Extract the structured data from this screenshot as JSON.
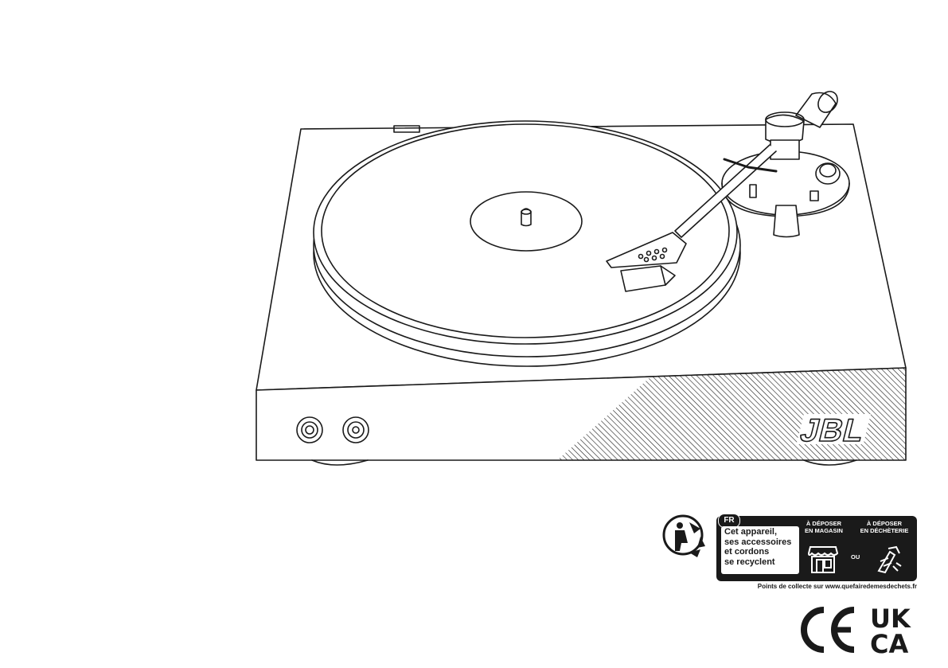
{
  "product": {
    "brand_logo_text": "JBL"
  },
  "recycling_label": {
    "country_tag": "FR",
    "message_lines": [
      "Cet appareil,",
      "ses accessoires",
      "et cordons",
      "se recyclent"
    ],
    "option_store": [
      "À DÉPOSER",
      "EN MAGASIN"
    ],
    "option_separator": "OU",
    "option_dump": [
      "À DÉPOSER",
      "EN DÉCHÈTERIE"
    ],
    "collection_points": "Points de collecte sur www.quefairedemesdechets.fr"
  },
  "certification_marks": {
    "ce": "CE",
    "ukca_top": "UK",
    "ukca_bottom": "CA"
  },
  "colors": {
    "line": "#1a1a1a",
    "background": "#ffffff"
  }
}
